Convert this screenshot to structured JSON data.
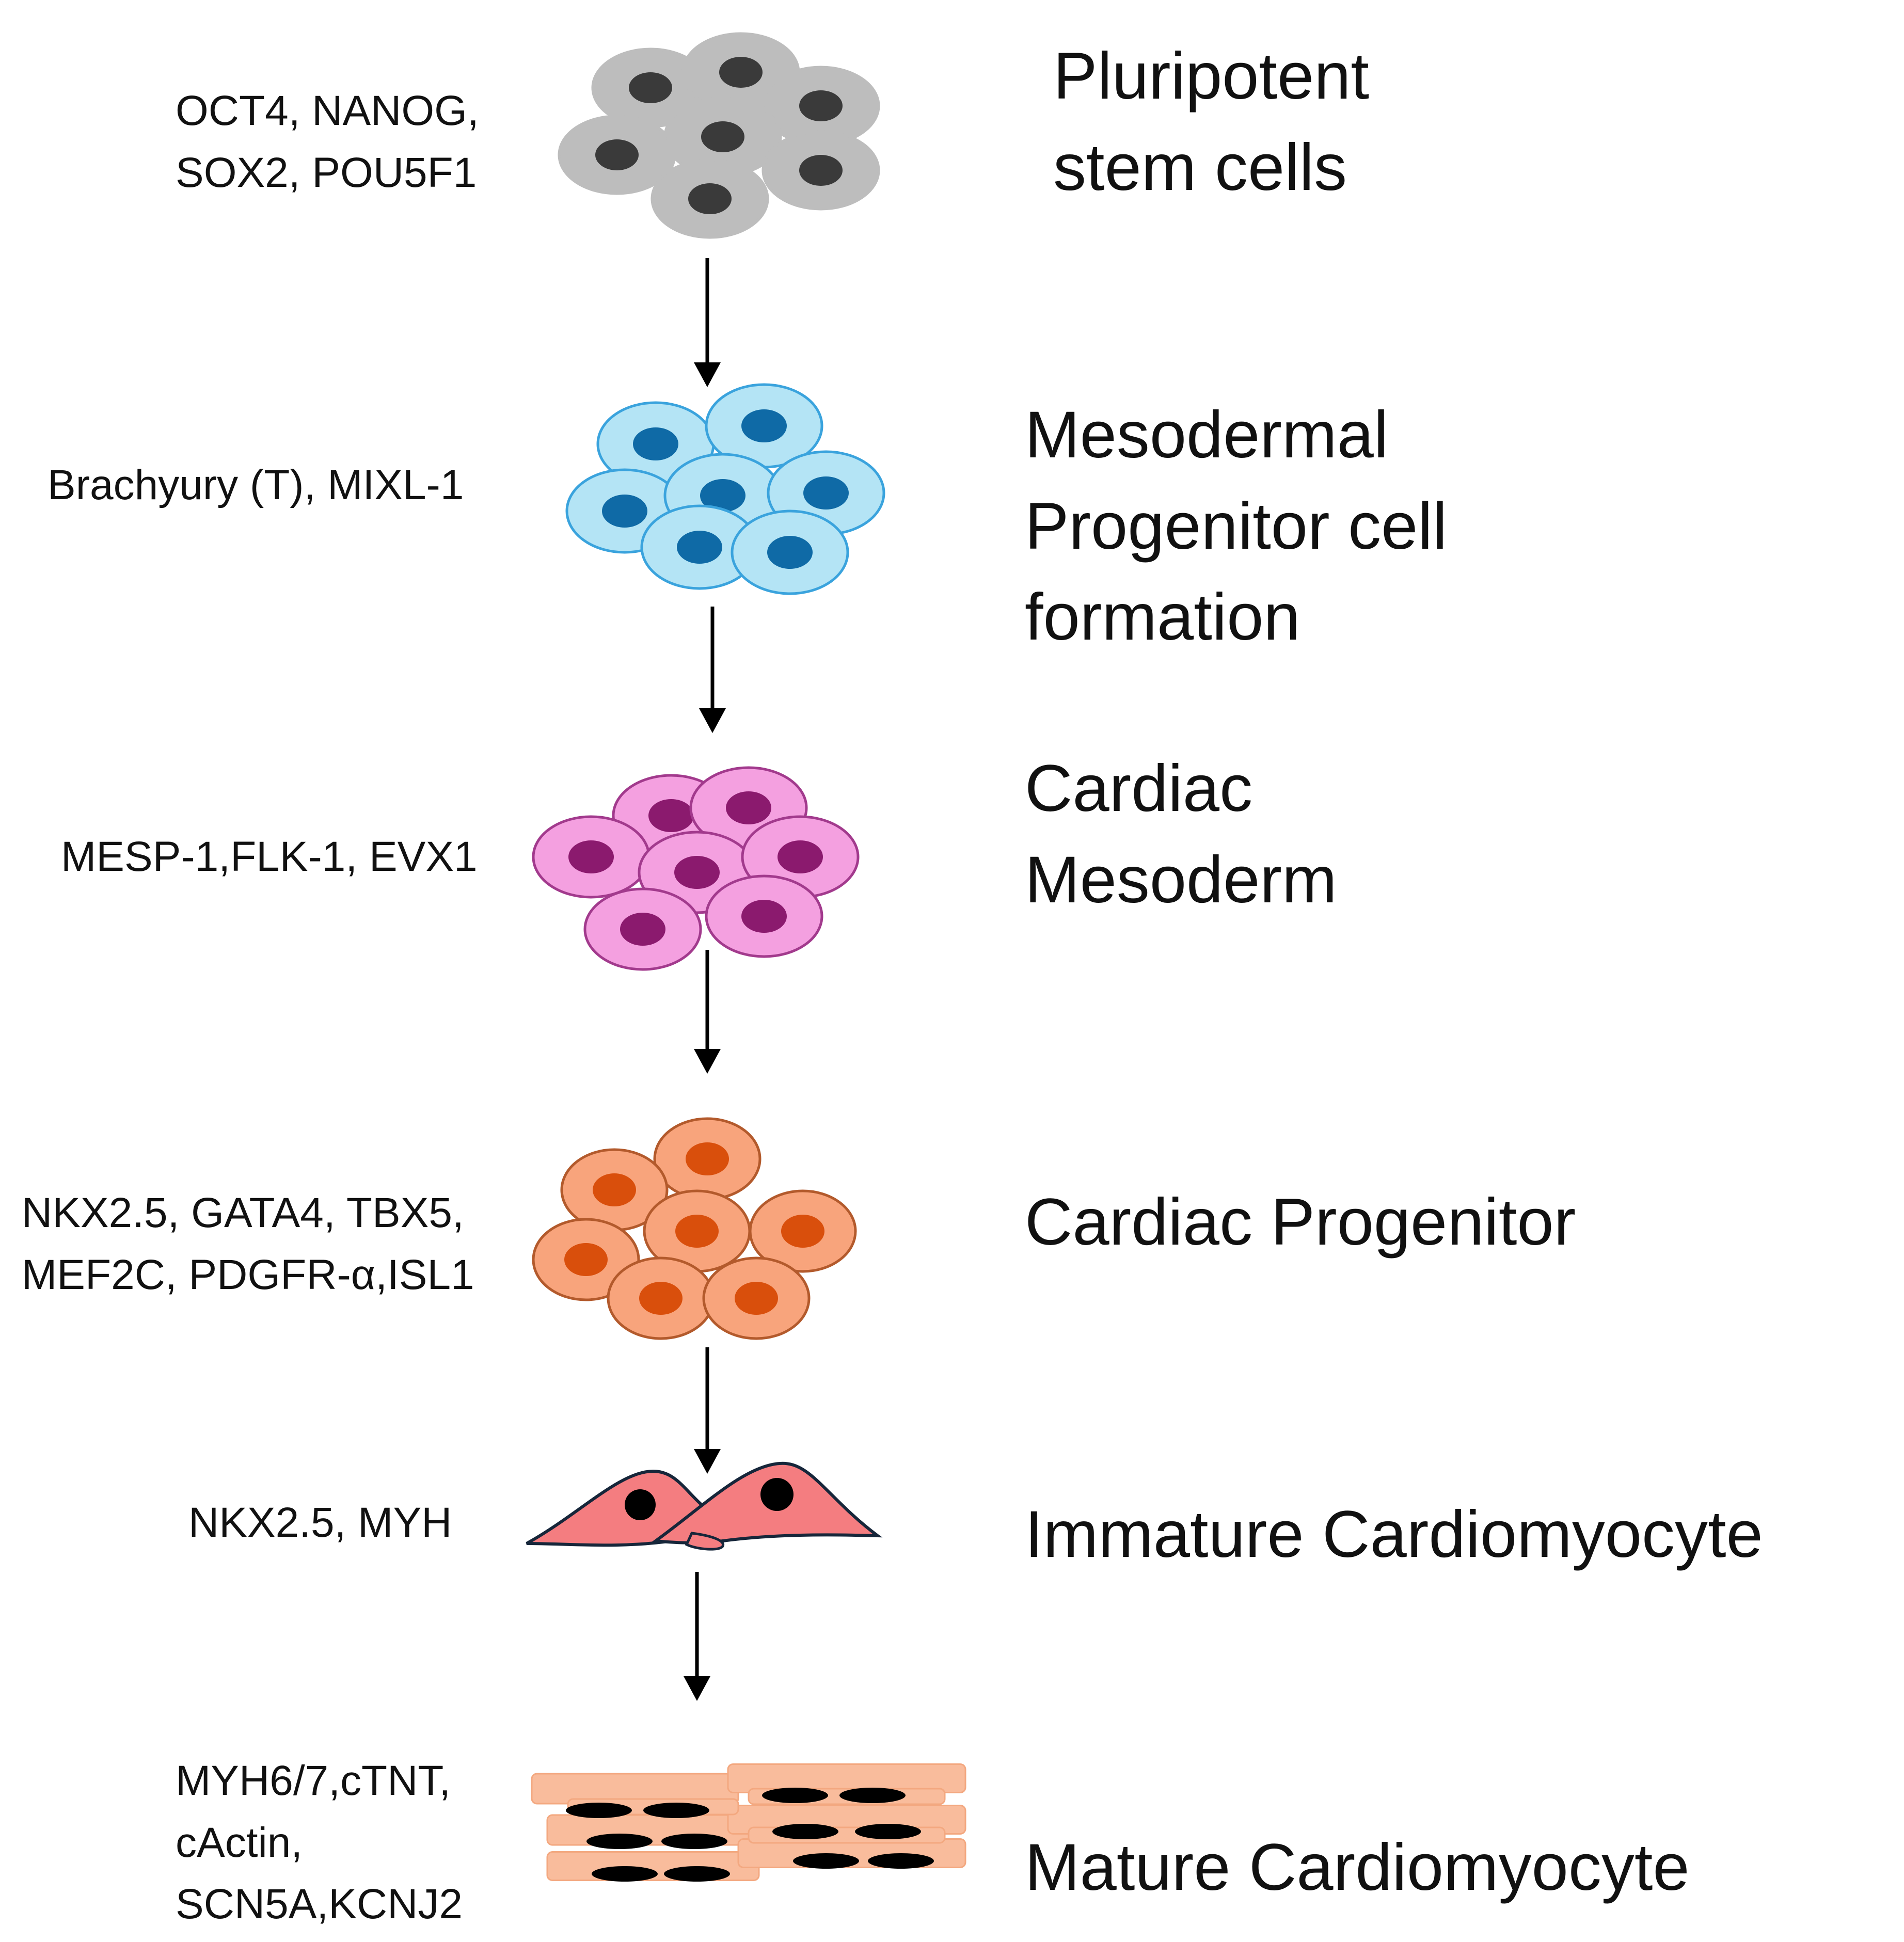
{
  "stages": [
    {
      "id": "pluripotent",
      "label_lines": [
        "Pluripotent",
        "stem cells"
      ],
      "markers_lines": [
        "OCT4, NANOG,",
        "SOX2, POU5F1"
      ],
      "cell_type": "round",
      "colors": {
        "cell": "#bdbdbd",
        "rim": "#bdbdbd",
        "nucleus": "#3a3a3a"
      }
    },
    {
      "id": "mesodermal-progenitor",
      "label_lines": [
        "Mesodermal",
        "Progenitor cell",
        "formation"
      ],
      "markers_lines": [
        "Brachyury (T), MIXL-1"
      ],
      "cell_type": "round",
      "colors": {
        "cell": "#b4e4f5",
        "rim": "#3aa3dd",
        "nucleus": "#0f6aa6"
      }
    },
    {
      "id": "cardiac-mesoderm",
      "label_lines": [
        "Cardiac",
        "Mesoderm"
      ],
      "markers_lines": [
        "MESP-1,FLK-1, EVX1"
      ],
      "cell_type": "round",
      "colors": {
        "cell": "#f4a0e0",
        "rim": "#a23a8d",
        "nucleus": "#8b1a6e"
      }
    },
    {
      "id": "cardiac-progenitor",
      "label_lines": [
        "Cardiac Progenitor"
      ],
      "markers_lines": [
        "NKX2.5, GATA4, TBX5,",
        "MEF2C, PDGFR-α,ISL1"
      ],
      "cell_type": "round",
      "colors": {
        "cell": "#f8a47c",
        "rim": "#b35a2c",
        "nucleus": "#d94f0c"
      }
    },
    {
      "id": "immature-cardiomyocyte",
      "label_lines": [
        "Immature Cardiomyocyte"
      ],
      "markers_lines": [
        "NKX2.5, MYH"
      ],
      "cell_type": "spindle",
      "colors": {
        "cell": "#f47d80",
        "rim": "#16263a",
        "nucleus": "#000000"
      }
    },
    {
      "id": "mature-cardiomyocyte",
      "label_lines": [
        "Mature Cardiomyocyte"
      ],
      "markers_lines": [
        "MYH6/7,cTNT,",
        "cActin,",
        "SCN5A,KCNJ2"
      ],
      "cell_type": "fiber",
      "colors": {
        "cell": "#f9bc9c",
        "rim": "#f9bc9c",
        "nucleus": "#000000"
      }
    }
  ],
  "arrow_color": "#000000"
}
